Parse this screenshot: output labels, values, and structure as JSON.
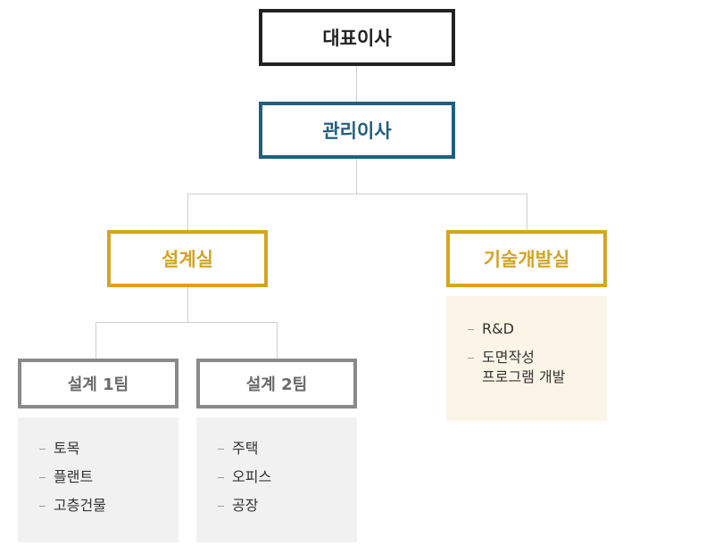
{
  "org": {
    "ceo": "대표이사",
    "executive": "관리이사",
    "departments": [
      {
        "name": "설계실",
        "teams": [
          {
            "name": "설계 1팀",
            "items": [
              "토목",
              "플랜트",
              "고층건물"
            ]
          },
          {
            "name": "설계 2팀",
            "items": [
              "주택",
              "오피스",
              "공장"
            ]
          }
        ]
      },
      {
        "name": "기술개발실",
        "items": [
          {
            "line1": "R&D"
          },
          {
            "line1": "도면작성",
            "line2": "프로그램 개발"
          }
        ]
      }
    ]
  },
  "colors": {
    "ceo_border": "#222222",
    "executive_border": "#1f5f7e",
    "department_border": "#d4a423",
    "team_border": "#8a8a8a",
    "connector": "#cfcfcf",
    "team_panel_bg": "#f1f1f1",
    "tech_panel_bg": "#fbf5e7"
  }
}
